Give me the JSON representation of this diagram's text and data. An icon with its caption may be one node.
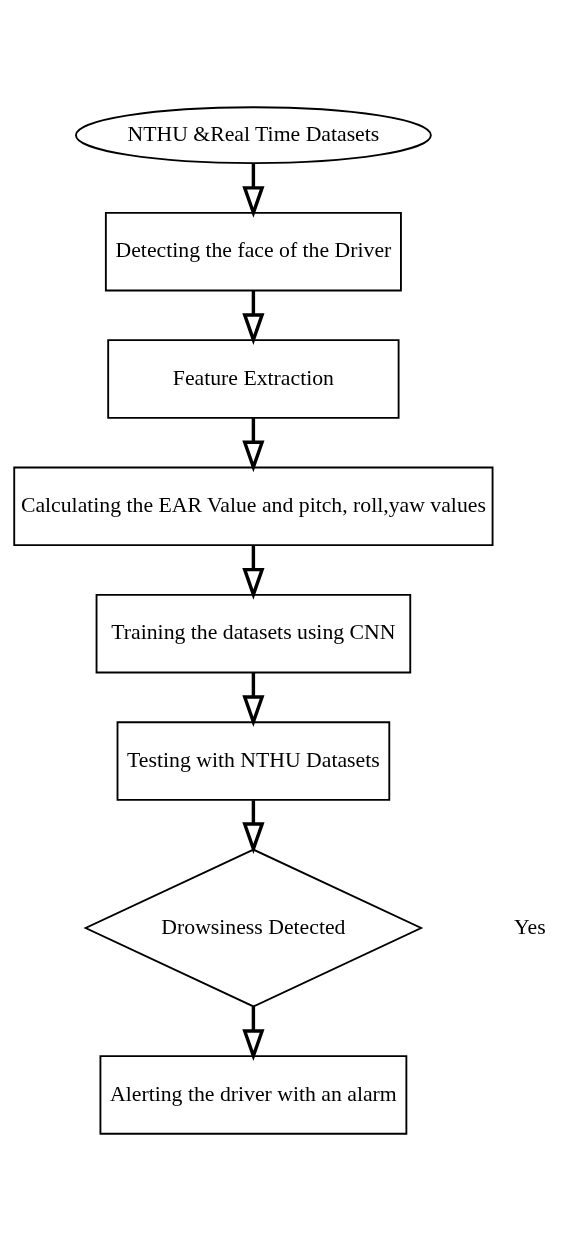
{
  "diagram": {
    "nodes": [
      {
        "text": [
          "NTHU &Real Time Datasets"
        ]
      },
      {
        "text": [
          "Detecting the face of the Driver"
        ]
      },
      {
        "text": [
          "Feature Extraction"
        ]
      },
      {
        "text": [
          "Calculating the EAR Value and pitch, roll,yaw values"
        ]
      },
      {
        "text": [
          "Training the datasets using CNN"
        ]
      },
      {
        "text": [
          "Testing with NTHU Datasets"
        ]
      },
      {
        "text": [
          "Drowsiness Detected"
        ]
      },
      {
        "text": [
          "Alerting the driver with an alarm"
        ]
      }
    ],
    "edges": [
      {
        "from": 0,
        "to": 1,
        "arrow": "to"
      },
      {
        "from": 1,
        "to": 2,
        "arrow": "to"
      },
      {
        "from": 2,
        "to": 3,
        "arrow": "to"
      },
      {
        "from": 3,
        "to": 4,
        "arrow": "to"
      },
      {
        "from": 4,
        "to": 5,
        "arrow": "to"
      },
      {
        "from": 5,
        "to": 6,
        "arrow": "to"
      },
      {
        "from": 6,
        "to": 7,
        "arrow": "to"
      }
    ],
    "labels": [
      "Yes"
    ]
  }
}
